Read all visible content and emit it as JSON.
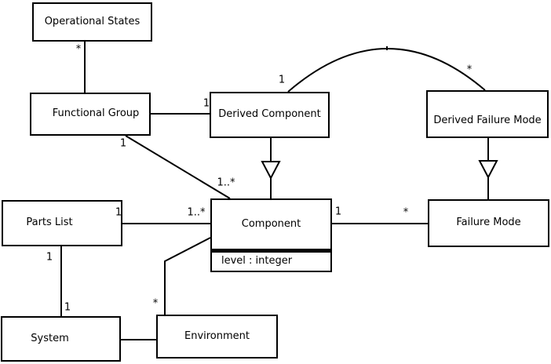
{
  "diagram": {
    "kind": "uml-class-diagram",
    "colors": {
      "background": "#ffffff",
      "line": "#000000",
      "text": "#000000"
    },
    "classes": [
      {
        "name": "Operational States"
      },
      {
        "name": "Functional Group"
      },
      {
        "name": "Derived Component"
      },
      {
        "name": "Derived Failure Mode"
      },
      {
        "name": "Parts List"
      },
      {
        "name": "Component",
        "attributes": [
          "level : integer"
        ]
      },
      {
        "name": "Failure Mode"
      },
      {
        "name": "System"
      },
      {
        "name": "Environment"
      }
    ],
    "associations": [
      {
        "from": "Functional Group",
        "to": "Operational States",
        "to_label": "*"
      },
      {
        "from": "Functional Group",
        "to": "Derived Component",
        "to_label": "1"
      },
      {
        "from": "Derived Component",
        "to": "Derived Failure Mode",
        "from_label": "1",
        "to_label": "*"
      },
      {
        "from": "Functional Group",
        "to": "Component",
        "from_label": "1",
        "to_label": "1..*"
      },
      {
        "from": "Parts List",
        "to": "Component",
        "from_label": "1",
        "to_label": "1..*"
      },
      {
        "from": "Component",
        "to": "Failure Mode",
        "from_label": "1",
        "to_label": "*"
      },
      {
        "from": "Parts List",
        "to": "System",
        "from_label": "1",
        "to_label": "1"
      },
      {
        "from": "System",
        "to": "Environment"
      },
      {
        "from": "Environment",
        "to": "Component",
        "from_label": "*"
      }
    ],
    "generalizations": [
      {
        "child": "Derived Component",
        "parent": "Component"
      },
      {
        "child": "Derived Failure Mode",
        "parent": "Failure Mode"
      }
    ]
  }
}
